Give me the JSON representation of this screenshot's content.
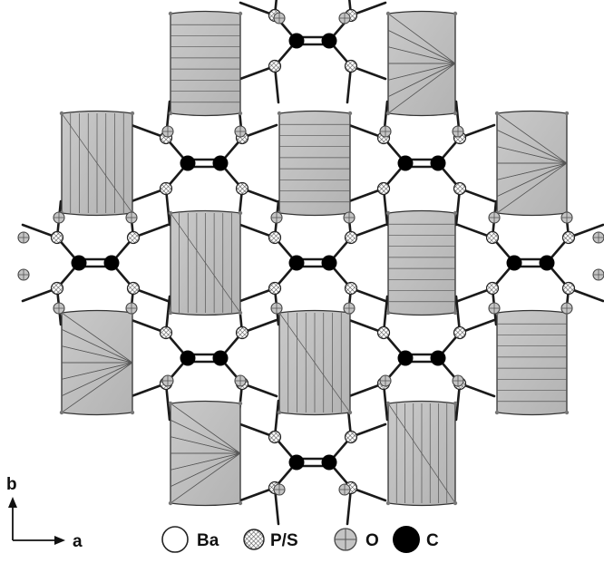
{
  "axes": {
    "vertical_label": "b",
    "horizontal_label": "a"
  },
  "legend": [
    {
      "label": "Ba",
      "symbol": "open-circle-icon"
    },
    {
      "label": "P/S",
      "symbol": "crosshatched-circle-icon"
    },
    {
      "label": "O",
      "symbol": "gray-crossed-circle-icon"
    },
    {
      "label": "C",
      "symbol": "black-circle-icon"
    }
  ],
  "colors": {
    "polyhedron_fill": "#bdbdbd",
    "bond": "#1a1a1a",
    "carbon": "#000000",
    "oxygen": "#c4c4c4",
    "background": "#ffffff"
  }
}
